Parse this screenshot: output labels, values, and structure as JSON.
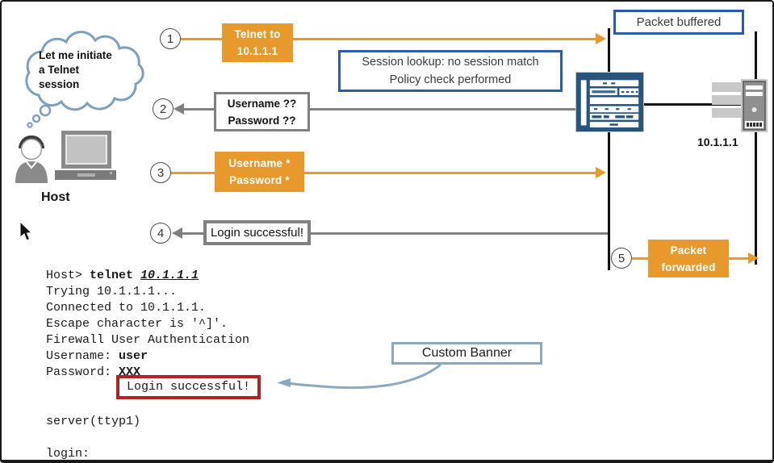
{
  "colors": {
    "orange": "#E8992B",
    "gray": "#808080",
    "blue_border": "#2A5CA8",
    "steel_blue": "#8AA9BF",
    "firewall_blue": "#26567F",
    "server_gray": "#9A9A9A",
    "red_box": "#B22222"
  },
  "bubble": {
    "line1": "Let me initiate",
    "line2": "a Telnet",
    "line3": "session"
  },
  "host_label": "Host",
  "server_label": "10.1.1.1",
  "callouts": {
    "packet_buffered": "Packet buffered",
    "session_lookup_line1": "Session lookup: no session match",
    "session_lookup_line2": "Policy check performed",
    "custom_banner": "Custom Banner"
  },
  "steps": [
    {
      "num": "1",
      "line1": "Telnet to",
      "line2": "10.1.1.1"
    },
    {
      "num": "2",
      "line1": "Username ??",
      "line2": "Password ??"
    },
    {
      "num": "3",
      "line1": "Username *",
      "line2": "Password *"
    },
    {
      "num": "4",
      "line1": "Login successful!"
    },
    {
      "num": "5",
      "line1": "Packet",
      "line2": "forwarded"
    }
  ],
  "terminal": {
    "l0a": "Host> ",
    "l0b": "telnet ",
    "l0c": "10.1.1.1",
    "l1": "Trying 10.1.1.1...",
    "l2": "Connected to 10.1.1.1.",
    "l3": "Escape character is '^]'.",
    "l4": "Firewall User Authentication",
    "l5a": "Username: ",
    "l5b": "user",
    "l6a": "Password: ",
    "l6b": "XXX",
    "l7": "Login successful!",
    "l8": "server(ttyp1)",
    "l9": "login:"
  }
}
